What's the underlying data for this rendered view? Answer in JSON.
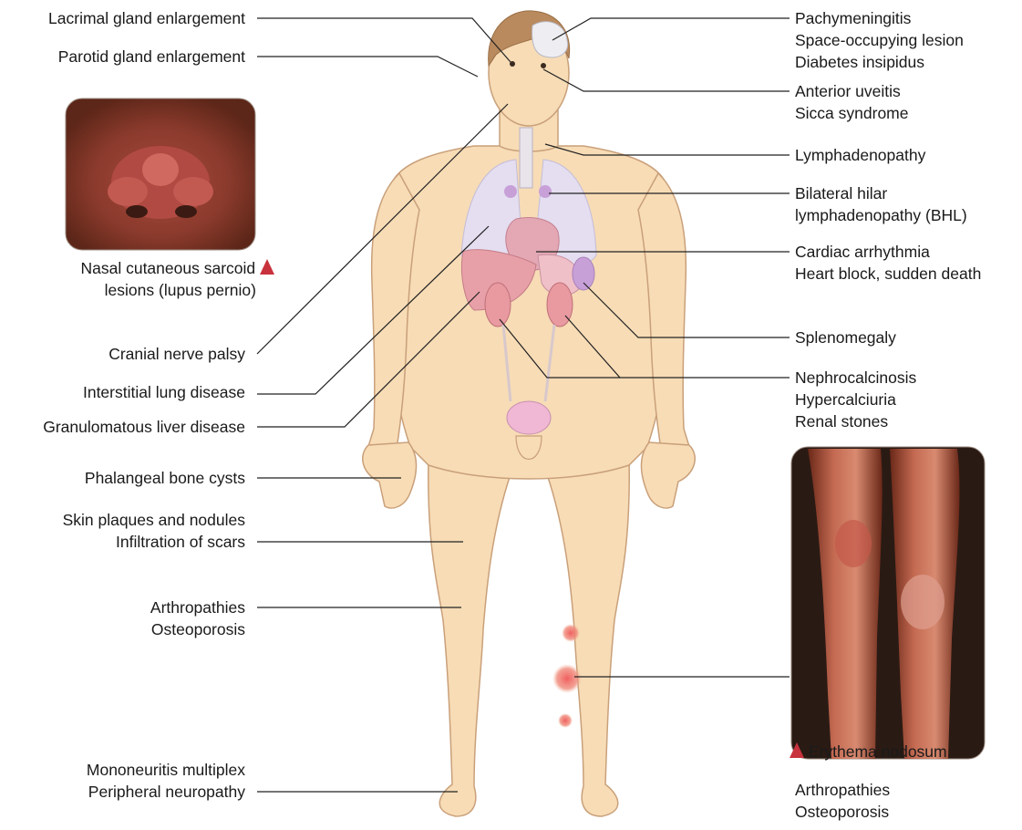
{
  "left_labels": [
    {
      "key": "lacrimal",
      "lines": [
        "Lacrimal gland enlargement"
      ]
    },
    {
      "key": "parotid",
      "lines": [
        "Parotid gland enlargement"
      ]
    },
    {
      "key": "cranial",
      "lines": [
        "Cranial nerve palsy"
      ]
    },
    {
      "key": "interstitial",
      "lines": [
        "Interstitial lung disease"
      ]
    },
    {
      "key": "liver",
      "lines": [
        "Granulomatous liver disease"
      ]
    },
    {
      "key": "phalangeal",
      "lines": [
        "Phalangeal bone cysts"
      ]
    },
    {
      "key": "skin",
      "lines": [
        "Skin plaques and nodules",
        "Infiltration of scars"
      ]
    },
    {
      "key": "arthro_left",
      "lines": [
        "Arthropathies",
        "Osteoporosis"
      ]
    },
    {
      "key": "neuro",
      "lines": [
        "Mononeuritis multiplex",
        "Peripheral neuropathy"
      ]
    }
  ],
  "right_labels": [
    {
      "key": "pachy",
      "lines": [
        "Pachymeningitis",
        "Space-occupying lesion",
        "Diabetes insipidus"
      ]
    },
    {
      "key": "uveitis",
      "lines": [
        "Anterior uveitis",
        "Sicca syndrome"
      ]
    },
    {
      "key": "lymph",
      "lines": [
        "Lymphadenopathy"
      ]
    },
    {
      "key": "bhl",
      "lines": [
        "Bilateral hilar",
        "lymphadenopathy (BHL)"
      ]
    },
    {
      "key": "cardiac",
      "lines": [
        "Cardiac arrhythmia",
        "Heart block, sudden death"
      ]
    },
    {
      "key": "spleen",
      "lines": [
        "Splenomegaly"
      ]
    },
    {
      "key": "renal",
      "lines": [
        "Nephrocalcinosis",
        "Hypercalciuria",
        "Renal stones"
      ]
    },
    {
      "key": "arthro_right",
      "lines": [
        "Arthropathies",
        "Osteoporosis"
      ]
    }
  ],
  "photos": {
    "nasal": {
      "caption_lines": [
        "Nasal cutaneous sarcoid",
        "lesions (lupus pernio)"
      ]
    },
    "legs": {
      "caption": "Erythema nodosum"
    }
  },
  "colors": {
    "skin": "#f7dcb6",
    "skin_outline": "#c9a07a",
    "hair": "#b98a5e",
    "lung": "#e4def0",
    "heart": "#e3a8b4",
    "liver": "#e8a0a8",
    "lesion": "#e8707a",
    "marker": "#c8323c",
    "leader_line": "#222222"
  }
}
